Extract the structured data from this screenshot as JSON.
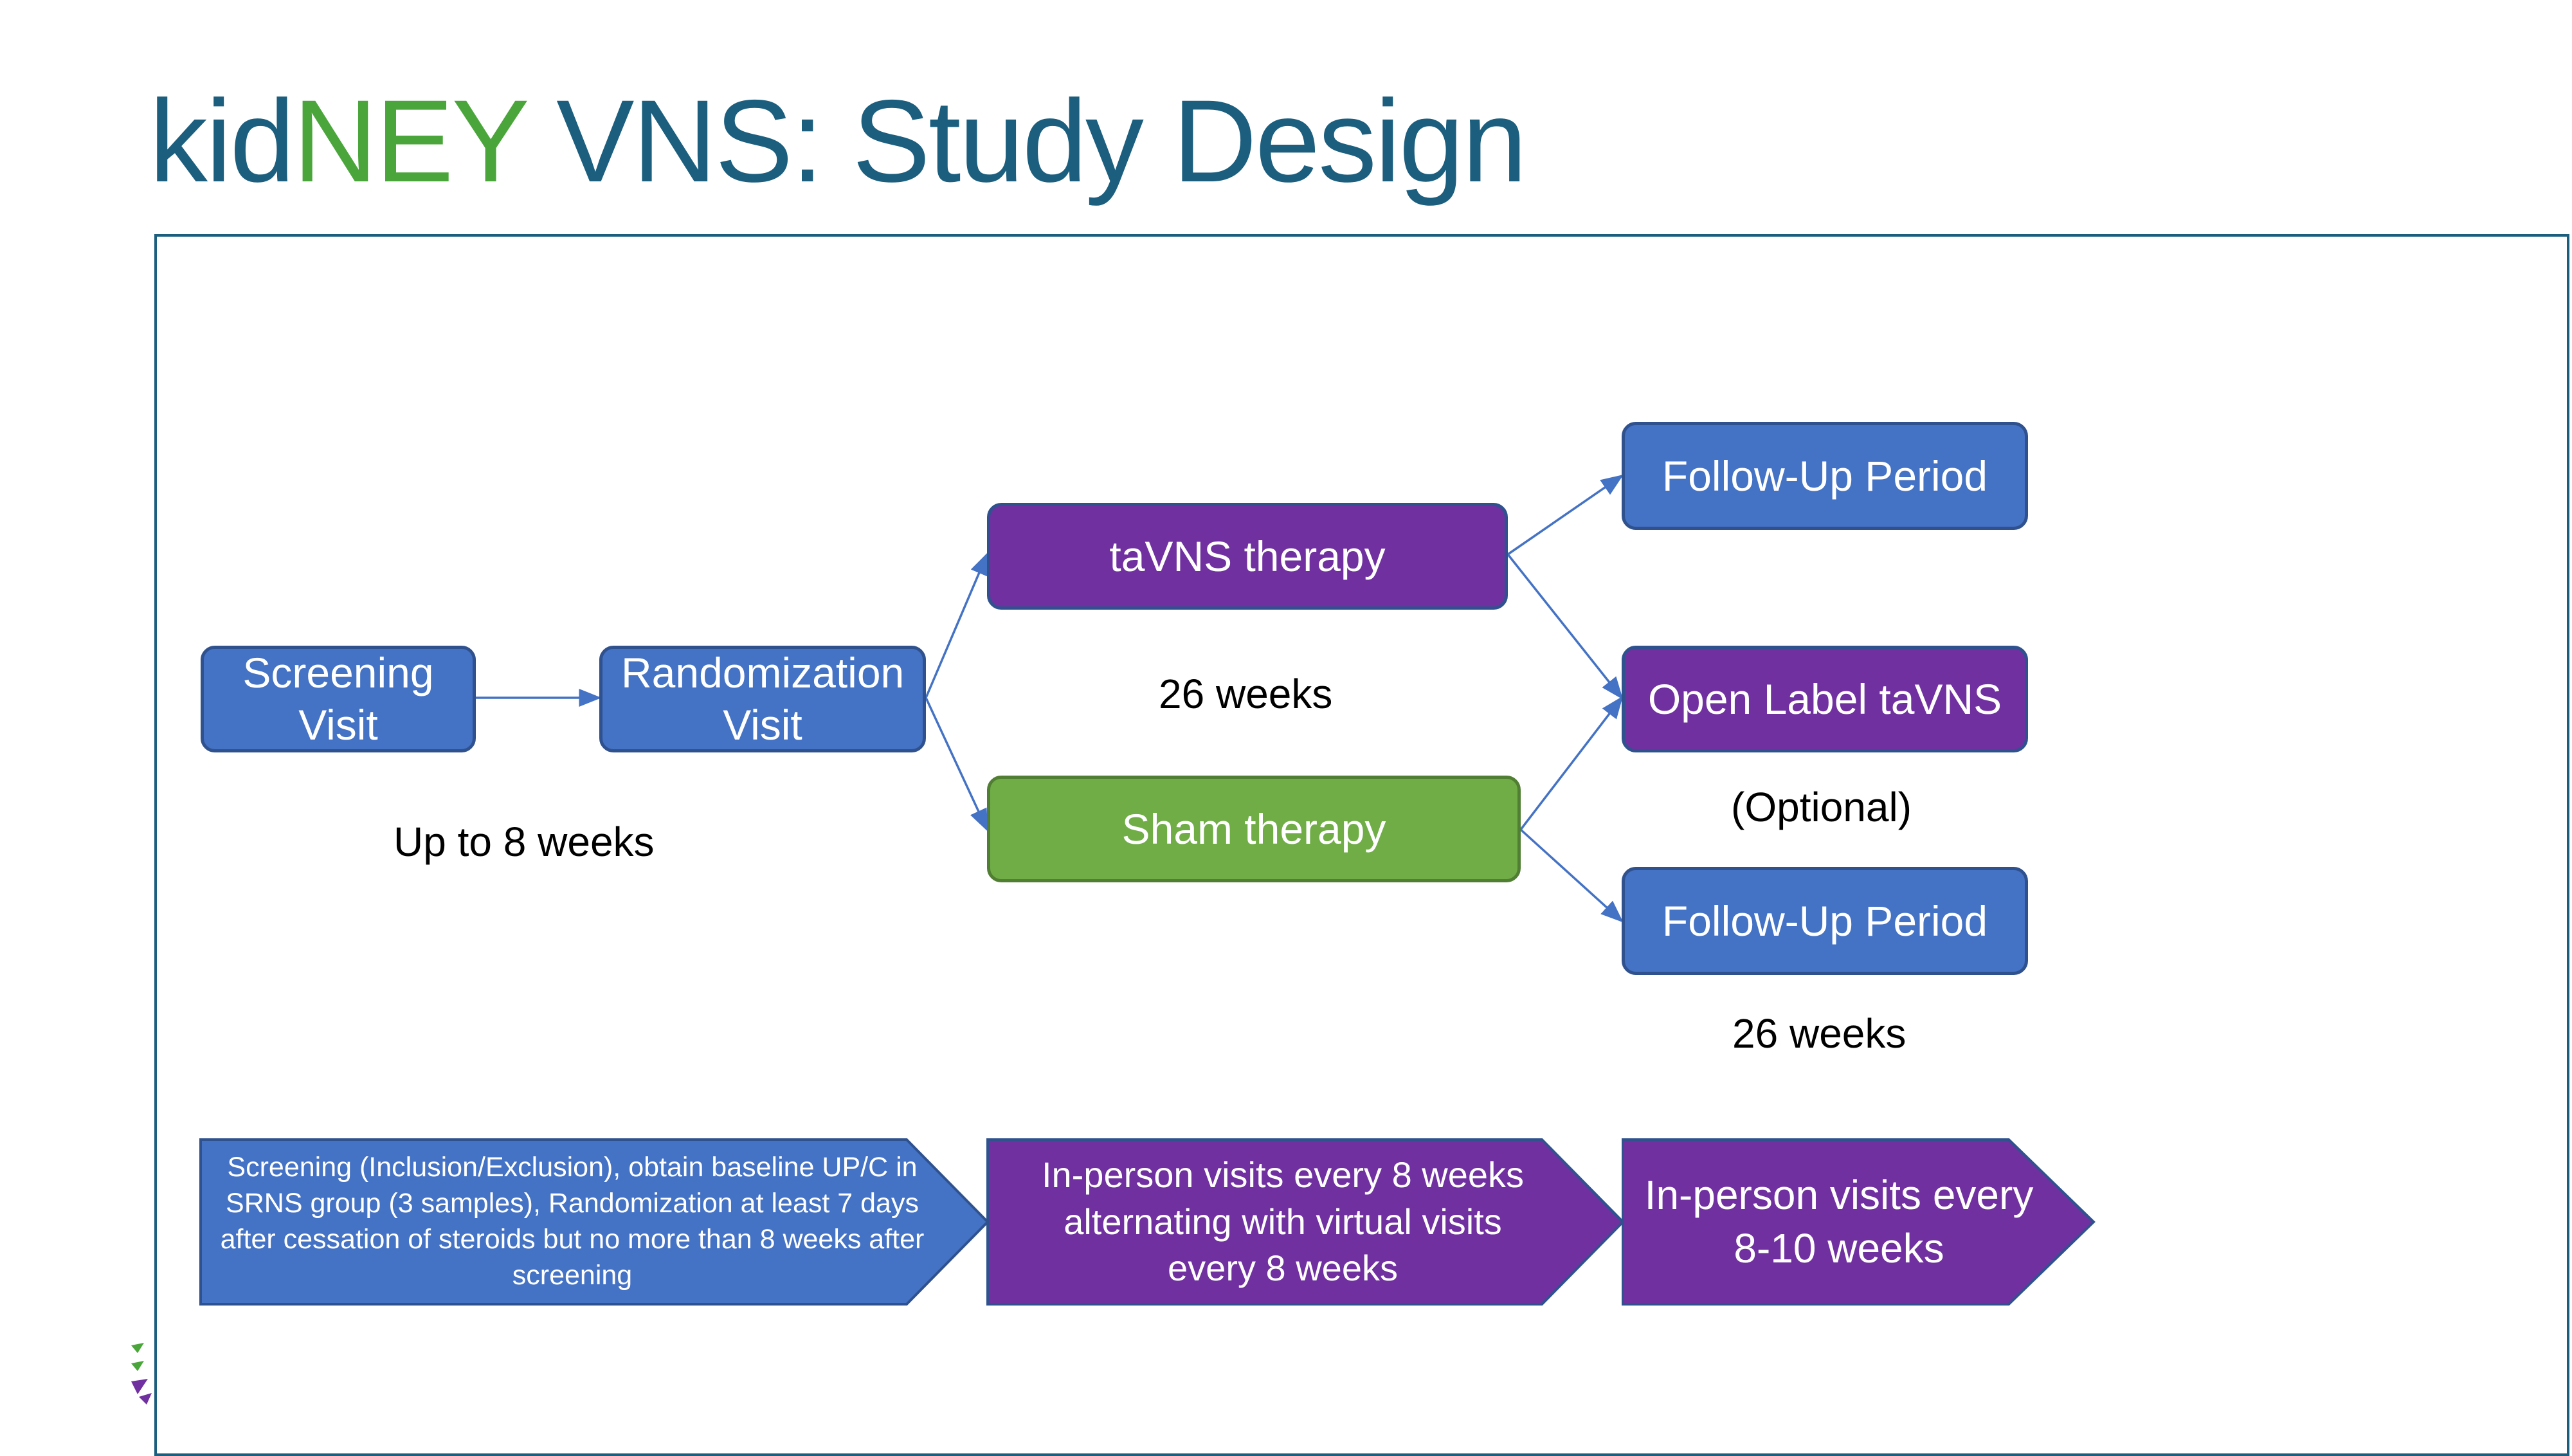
{
  "title": {
    "part1": "kid",
    "part2": "NEY",
    "part3": " VNS: Study Design"
  },
  "colors": {
    "title": "#1b5e7e",
    "title_accent": "#4aa63a",
    "box_blue": "#4472c4",
    "box_purple": "#7030a0",
    "box_green": "#70ad47",
    "arrow": "#4472c4"
  },
  "boxes": {
    "screening": "Screening Visit",
    "randomization": "Randomization Visit",
    "tavns": "taVNS therapy",
    "sham": "Sham therapy",
    "followup_top": "Follow-Up Period",
    "open_label": "Open Label taVNS",
    "followup_bottom": "Follow-Up Period"
  },
  "labels": {
    "up_to_8_weeks": "Up to 8 weeks",
    "treatment_weeks": "26 weeks",
    "optional": "(Optional)",
    "followup_weeks": "26 weeks"
  },
  "timeline": {
    "phase1": "Screening (Inclusion/Exclusion), obtain baseline UP/C in SRNS group (3 samples), Randomization at least 7 days after cessation of steroids but no more than 8 weeks after screening",
    "phase2": "In-person visits every 8 weeks alternating with virtual visits every 8 weeks",
    "phase3": "In-person visits every 8-10 weeks"
  }
}
